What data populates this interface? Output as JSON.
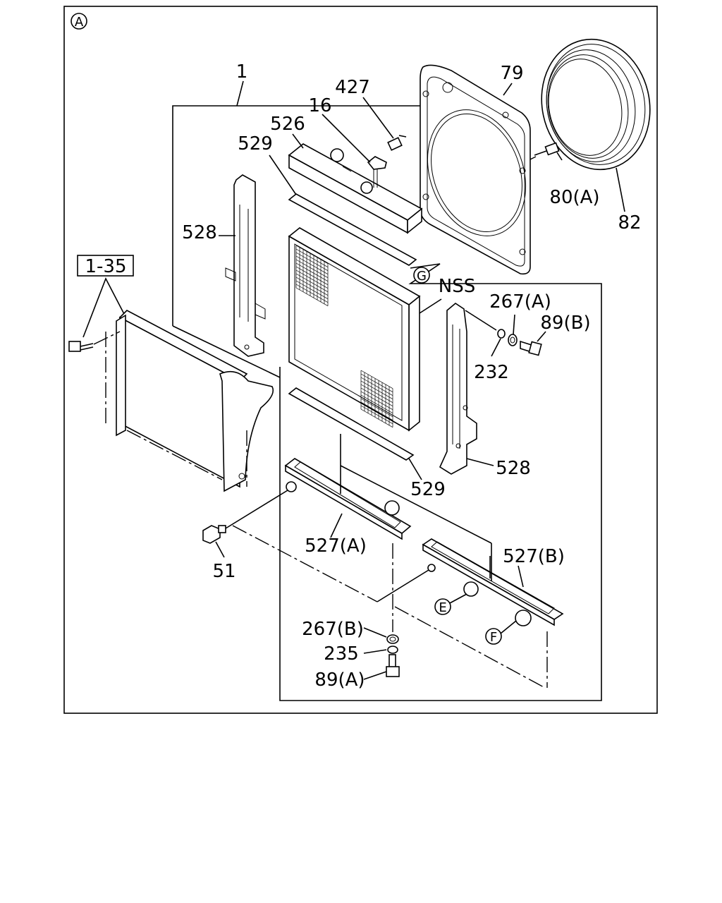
{
  "diagram": {
    "view_marker": "A",
    "ref_markers": {
      "g": "G",
      "e": "E",
      "f": "F"
    },
    "labels": {
      "p1": "1",
      "p427": "427",
      "p79": "79",
      "p16": "16",
      "p526": "526",
      "p529_top": "529",
      "p528_left": "528",
      "p1_35": "1-35",
      "p80a": "80(A)",
      "p82": "82",
      "nss": "NSS",
      "p267a": "267(A)",
      "p89b": "89(B)",
      "p232": "232",
      "p528_right": "528",
      "p529_bottom": "529",
      "p527a": "527(A)",
      "p527b": "527(B)",
      "p51": "51",
      "p267b": "267(B)",
      "p235": "235",
      "p89a": "89(A)"
    }
  }
}
